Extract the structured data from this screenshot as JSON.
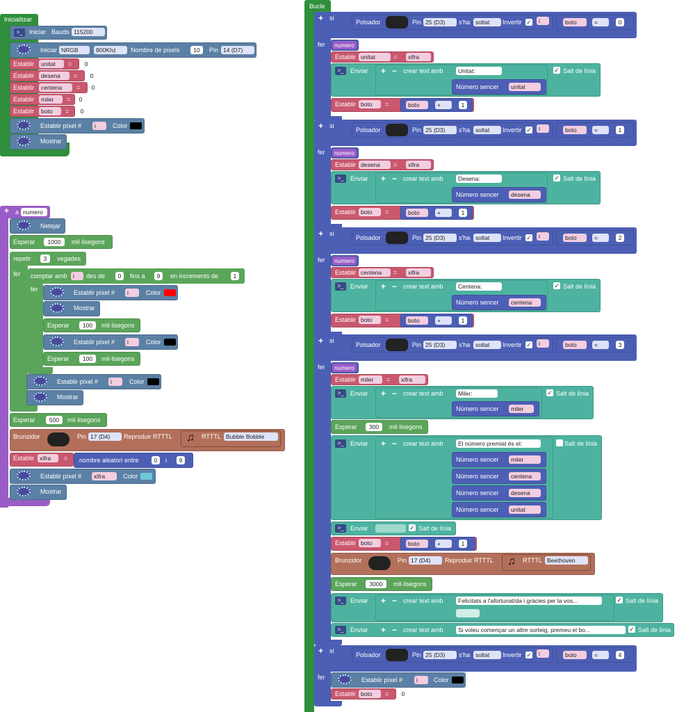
{
  "setup": {
    "title": "Inicialitzar",
    "serial": {
      "label": "Iniciar",
      "bauds_label": "Bauds",
      "bauds": "115200"
    },
    "neopixel": {
      "label": "Iniciar",
      "type": "NRGB",
      "freq": "800Khz",
      "pixels_label": "Nombre de píxels",
      "pixels": "10",
      "pin_label": "Pin",
      "pin": "14 (D7)"
    },
    "vars": [
      {
        "label": "Establir",
        "name": "unitat",
        "eq": "=",
        "value": "0"
      },
      {
        "label": "Establir",
        "name": "desena",
        "eq": "=",
        "value": "0"
      },
      {
        "label": "Establir",
        "name": "centena",
        "eq": "=",
        "value": "0"
      },
      {
        "label": "Establir",
        "name": "miler",
        "eq": "=",
        "value": "0"
      },
      {
        "label": "Establir",
        "name": "boto",
        "eq": "=",
        "value": "0"
      }
    ],
    "set_pixel": {
      "label": "Establir píxel #",
      "var": "i",
      "color_label": "Color",
      "color": "#000000"
    },
    "show": "Mostrar"
  },
  "func": {
    "plus": "+",
    "a": "a",
    "name": "numero",
    "clear": "Netejar",
    "wait1": {
      "label": "Esperar",
      "value": "1000",
      "unit": "mil·lisegons"
    },
    "repeat": {
      "label": "repetir",
      "value": "3",
      "unit": "vegades",
      "do": "fer"
    },
    "for": {
      "label": "comptar amb",
      "var": "i",
      "from": "des de",
      "v1": "0",
      "to": "fins a",
      "v2": "9",
      "inc": "en increments de",
      "v3": "1",
      "do": "fer"
    },
    "px_red": {
      "label": "Establir píxel #",
      "var": "i",
      "color_label": "Color",
      "color": "#ff0000"
    },
    "show1": "Mostrar",
    "wait2": {
      "label": "Esperar",
      "value": "100",
      "unit": "mil·lisegons"
    },
    "px_black": {
      "label": "Establir píxel #",
      "var": "i",
      "color_label": "Color",
      "color": "#000000"
    },
    "wait3": {
      "label": "Esperar",
      "value": "100",
      "unit": "mil·lisegons"
    },
    "px_black2": {
      "label": "Establir píxel #",
      "var": "i",
      "color_label": "Color",
      "color": "#000000"
    },
    "show2": "Mostrar",
    "wait4": {
      "label": "Esperar",
      "value": "500",
      "unit": "mil·lisegons"
    },
    "buzzer": {
      "label": "Brunzidor",
      "pin_label": "Pin",
      "pin": "17 (D4)",
      "play": "Reproduir RTTTL",
      "rtttl": "RTTTL",
      "song": "Bubble Bobble"
    },
    "xifra": {
      "label": "Establir",
      "var": "xifra",
      "eq": "=",
      "rand": "nombre aleatori entre",
      "v1": "0",
      "and": "i",
      "v2": "9"
    },
    "px_xifra": {
      "label": "Establir píxel #",
      "var": "xifra",
      "color_label": "Color",
      "color": "#6ec6d9"
    },
    "show3": "Mostrar"
  },
  "loop": {
    "title": "Bucle",
    "if_label": "si",
    "do_label": "fer",
    "btn": {
      "label": "Polsador",
      "pin_label": "Pin",
      "pin": "25 (D3)",
      "state_label": "s'ha",
      "state": "soltat",
      "invert": "Invertir",
      "check": "✓"
    },
    "ifs": [
      {
        "boto_val": "0",
        "setvar": "unitat",
        "msg": "Unitat:",
        "var": "unitat",
        "inc": "1"
      },
      {
        "boto_val": "1",
        "setvar": "desena",
        "msg": "Desena:",
        "var": "desena",
        "inc": "1"
      },
      {
        "boto_val": "2",
        "setvar": "centena",
        "msg": "Centena:",
        "var": "centena",
        "inc": "1"
      }
    ],
    "common": {
      "i": "i",
      "and": "i",
      "boto": "boto",
      "eq": "=",
      "call": "numero",
      "set": "Establir",
      "xifra": "xifra",
      "send": "Enviar",
      "plusminus_plus": "+",
      "plusminus_minus": "−",
      "make_text": "crear text amb",
      "newline": "Salt de línia",
      "int_label": "Número sencer",
      "plus_op": "+"
    },
    "if4": {
      "boto_val": "3",
      "setvar": "miler",
      "msg": "Miler:",
      "var": "miler",
      "wait": {
        "label": "Esperar",
        "value": "300",
        "unit": "mil·lisegons"
      },
      "prize_msg": "El número premiat és el:",
      "prize_vars": [
        "miler",
        "centena",
        "desena",
        "unitat"
      ],
      "empty_send": "Enviar",
      "inc": "1",
      "buzzer": {
        "label": "Brunzidor",
        "pin_label": "Pin",
        "pin": "17 (D4)",
        "play": "Reproduir RTTTL",
        "rtttl": "RTTTL",
        "song": "Beethoven"
      },
      "wait2": {
        "label": "Esperar",
        "value": "3000",
        "unit": "mil·lisegons"
      },
      "congrats": "Felicitats a l'afortunat/da i gràcies per la vos...",
      "restart": "Si voleu començar un altre sorteig, premeu el bo..."
    },
    "if5": {
      "boto_val": "4",
      "px_label": "Establir píxel #",
      "var": "i",
      "color_label": "Color",
      "color": "#000000",
      "set_label": "Establir",
      "boto": "boto",
      "eq": "=",
      "value": "0"
    }
  }
}
